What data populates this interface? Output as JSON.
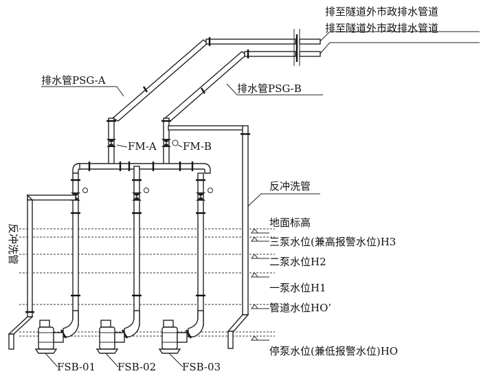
{
  "labels": {
    "outlet_top": "排至隧道外市政排水管道",
    "outlet_bottom": "排至隧道外市政排水管道",
    "psg_a": "排水管PSG-A",
    "psg_b": "排水管PSG-B",
    "fm_a": "FM-A",
    "fm_b": "FM-B",
    "backflush_right": "反冲洗管",
    "backflush_left": "反冲洗管"
  },
  "levels": [
    {
      "id": "ground",
      "label": "地面标高"
    },
    {
      "id": "h3",
      "label": "三泵水位(兼高报警水位)H3"
    },
    {
      "id": "h2",
      "label": "二泵水位H2"
    },
    {
      "id": "h1",
      "label": "一泵水位H1"
    },
    {
      "id": "ho-prime",
      "label": "管道水位HO’"
    },
    {
      "id": "ho",
      "label": "停泵水位(兼低报警水位)HO"
    }
  ],
  "pumps": [
    {
      "id": "fsb-01",
      "label": "FSB-01"
    },
    {
      "id": "fsb-02",
      "label": "FSB-02"
    },
    {
      "id": "fsb-03",
      "label": "FSB-03"
    }
  ]
}
